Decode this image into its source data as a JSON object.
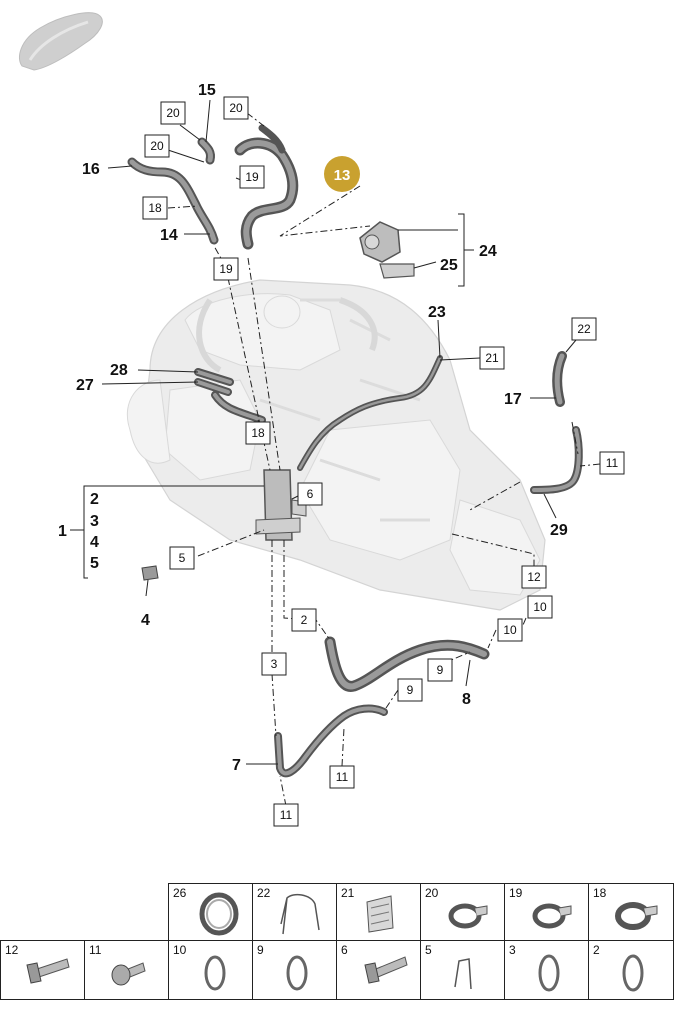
{
  "callouts": {
    "n1": "1",
    "n2": "2",
    "n3": "3",
    "n4": "4",
    "n5": "5",
    "n4b": "4",
    "n7": "7",
    "n8": "8",
    "n13": "13",
    "n14": "14",
    "n15": "15",
    "n16": "16",
    "n17": "17",
    "n23": "23",
    "n24": "24",
    "n25": "25",
    "n27": "27",
    "n28": "28",
    "n29": "29"
  },
  "boxes": {
    "b20a": "20",
    "b20b": "20",
    "b20c": "20",
    "b18a": "18",
    "b19a": "19",
    "b19b": "19",
    "b18b": "18",
    "b6": "6",
    "b5": "5",
    "b22": "22",
    "b21": "21",
    "b11a": "11",
    "b12": "12",
    "b10a": "10",
    "b10b": "10",
    "b2": "2",
    "b9a": "9",
    "b9b": "9",
    "b3": "3",
    "b11b": "11",
    "b11c": "11"
  },
  "colors": {
    "accent_badge": "#c9a12f",
    "hose": "#555555",
    "engine": "#ececec"
  },
  "parts_table": {
    "top_row": [
      "26",
      "22",
      "21",
      "20",
      "19",
      "18"
    ],
    "bottom_row": [
      "12",
      "11",
      "10",
      "9",
      "6",
      "5",
      "3",
      "2"
    ]
  }
}
